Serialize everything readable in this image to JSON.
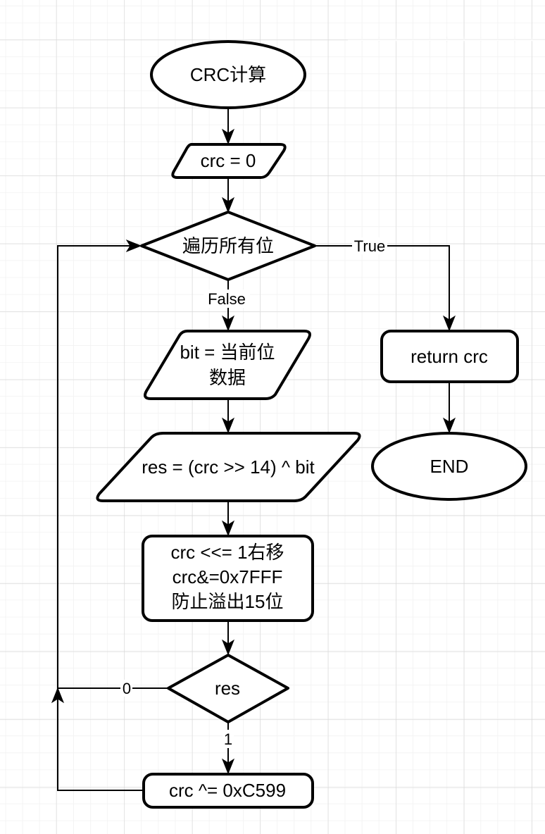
{
  "diagram": {
    "type": "flowchart",
    "colors": {
      "stroke": "#000000",
      "fill": "#ffffff",
      "grid_minor": "#f1f1f1",
      "grid_major": "#d6d6d6",
      "background": "#ffffff"
    },
    "nodes": {
      "start": {
        "shape": "ellipse",
        "lines": [
          "CRC计算"
        ]
      },
      "init": {
        "shape": "parallelogram",
        "lines": [
          "crc = 0"
        ]
      },
      "loop": {
        "shape": "diamond",
        "lines": [
          "遍历所有位"
        ]
      },
      "get_bit": {
        "shape": "parallelogram",
        "lines": [
          "bit = 当前位",
          "数据"
        ]
      },
      "calc_res": {
        "shape": "parallelogram",
        "lines": [
          "res = (crc >> 14) ^ bit"
        ]
      },
      "shift": {
        "shape": "rounded-rect",
        "lines": [
          "crc <<= 1右移",
          "crc&=0x7FFF",
          "防止溢出15位"
        ]
      },
      "check_res": {
        "shape": "diamond",
        "lines": [
          "res"
        ]
      },
      "xor": {
        "shape": "rounded-rect",
        "lines": [
          "crc ^= 0xC599"
        ]
      },
      "ret": {
        "shape": "rounded-rect",
        "lines": [
          "return crc"
        ]
      },
      "end": {
        "shape": "ellipse",
        "lines": [
          "END"
        ]
      }
    },
    "edges": [
      {
        "from": "start",
        "to": "init",
        "label": ""
      },
      {
        "from": "init",
        "to": "loop",
        "label": ""
      },
      {
        "from": "loop",
        "to": "ret",
        "label": "True"
      },
      {
        "from": "loop",
        "to": "get_bit",
        "label": "False"
      },
      {
        "from": "get_bit",
        "to": "calc_res",
        "label": ""
      },
      {
        "from": "calc_res",
        "to": "shift",
        "label": ""
      },
      {
        "from": "shift",
        "to": "check_res",
        "label": ""
      },
      {
        "from": "check_res",
        "to": "loop",
        "label": "0"
      },
      {
        "from": "check_res",
        "to": "xor",
        "label": "1"
      },
      {
        "from": "xor",
        "to": "loop",
        "label": ""
      },
      {
        "from": "ret",
        "to": "end",
        "label": ""
      }
    ]
  }
}
